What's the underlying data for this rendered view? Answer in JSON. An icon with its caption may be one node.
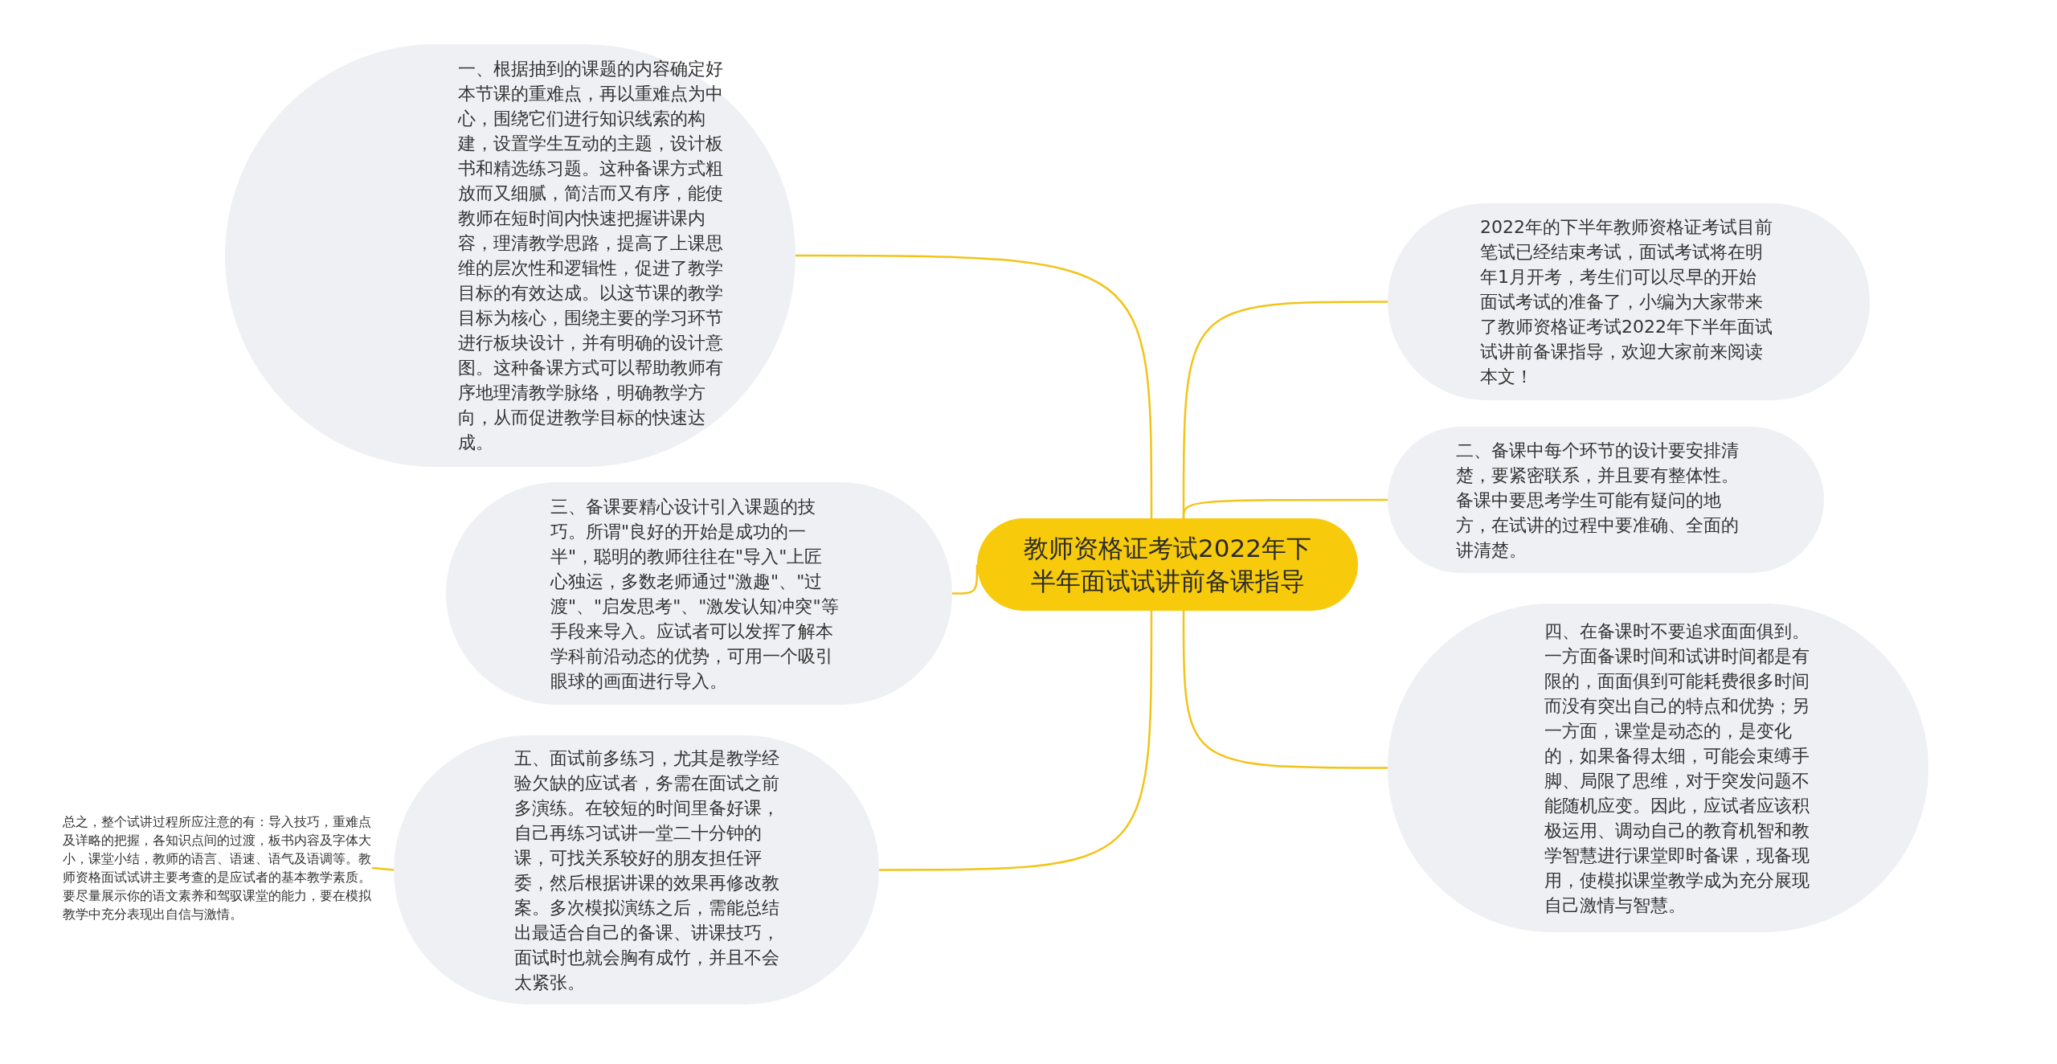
{
  "diagram": {
    "nodes": [
      {
        "text": [
          "教师资格证考试2022年下半年面试试讲前备课指导"
        ]
      },
      {
        "text": [
          "一、根据抽到的课题的内容确定好本节课的重难点，再以重难点为中心，围绕它们进行知识线索的构建，设置学生互动的主题，设计板书和精选练习题。这种备课方式粗放而又细腻，简洁而又有序，能使教师在短时间内快速把握讲课内容，理清教学思路，提高了上课思维的层次性和逻辑性，促进了教学目标的有效达成。以这节课的教学目标为核心，围绕主要的学习环节进行板块设计，并有明确的设计意图。这种备课方式可以帮助教师有序地理清教学脉络，明确教学方向，从而促进教学目标的快速达成。"
        ]
      },
      {
        "text": [
          "三、备课要精心设计引入课题的技巧。所谓\"良好的开始是成功的一半\"，聪明的教师往往在\"导入\"上匠心独运，多数老师通过\"激趣\"、\"过渡\"、\"启发思考\"、\"激发认知冲突\"等手段来导入。应试者可以发挥了解本学科前沿动态的优势，可用一个吸引眼球的画面进行导入。"
        ]
      },
      {
        "text": [
          "五、面试前多练习，尤其是教学经验欠缺的应试者，务需在面试之前多演练。在较短的时间里备好课，自己再练习试讲一堂二十分钟的课，可找关系较好的朋友担任评委，然后根据讲课的效果再修改教案。多次模拟演练之后，需能总结出最适合自己的备课、讲课技巧，面试时也就会胸有成竹，并且不会太紧张。"
        ]
      },
      {
        "text": [
          "总之，整个试讲过程所应注意的有：导入技巧，重难点及详略的把握，各知识点间的过渡，板书内容及字体大小，课堂小结，教师的语言、语速、语气及语调等。教师资格面试试讲主要考查的是应试者的基本教学素质。要尽量展示你的语文素养和驾驭课堂的能力，要在模拟教学中充分表现出自信与激情。"
        ]
      },
      {
        "text": [
          "2022年的下半年教师资格证考试目前笔试已经结束考试，面试考试将在明年1月开考，考生们可以尽早的开始面试考试的准备了，小编为大家带来了教师资格证考试2022年下半年面试试讲前备课指导，欢迎大家前来阅读本文！"
        ]
      },
      {
        "text": [
          "二、备课中每个环节的设计要安排清楚，要紧密联系，并且要有整体性。备课中要思考学生可能有疑问的地方，在试讲的过程中要准确、全面的讲清楚。"
        ]
      },
      {
        "text": [
          "四、在备课时不要追求面面俱到。一方面备课时间和试讲时间都是有限的，面面俱到可能耗费很多时间而没有突出自己的特点和优势；另一方面，课堂是动态的，是变化的，如果备得太细，可能会束缚手脚、局限了思维，对于突发问题不能随机应变。因此，应试者应该积极运用、调动自己的教育机智和教学智慧进行课堂即时备课，现备现用，使模拟课堂教学成为充分展现自己激情与智慧。"
        ]
      }
    ],
    "edges": [
      {
        "from": 0,
        "to": 1,
        "arrow": "none"
      },
      {
        "from": 0,
        "to": 2,
        "arrow": "none"
      },
      {
        "from": 0,
        "to": 3,
        "arrow": "none"
      },
      {
        "from": 3,
        "to": 4,
        "arrow": "none"
      },
      {
        "from": 0,
        "to": 5,
        "arrow": "none"
      },
      {
        "from": 0,
        "to": 6,
        "arrow": "none"
      },
      {
        "from": 0,
        "to": 7,
        "arrow": "none"
      }
    ]
  }
}
